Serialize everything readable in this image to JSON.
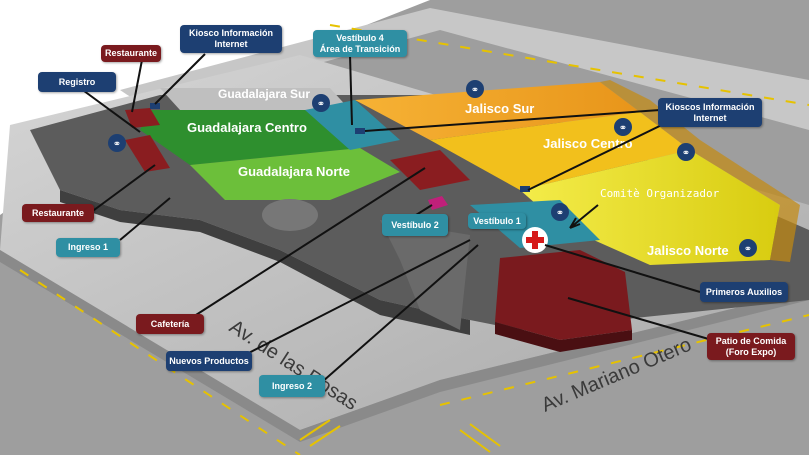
{
  "areas": {
    "guadalajara_sur": "Guadalajara Sur",
    "guadalajara_centro": "Guadalajara Centro",
    "guadalajara_norte": "Guadalajara Norte",
    "jalisco_sur": "Jalisco Sur",
    "jalisco_centro": "Jalisco Centro",
    "jalisco_norte": "Jalisco Norte"
  },
  "streets": {
    "rosas": "Av. de las Rosas",
    "otero": "Av. Mariano Otero"
  },
  "overlay_text": {
    "comite": "Comitè Organizador"
  },
  "callouts": {
    "restaurante_top": "Restaurante",
    "kiosco_left": "Kiosco  Información\nInternet",
    "registro": "Registro",
    "vestibulo4": "Vestíbulo 4\nÁrea de Transición",
    "kioscos_right": "Kioscos  Información\nInternet",
    "restaurante_left": "Restaurante",
    "ingreso1": "Ingreso 1",
    "vestibulo2": "Vestíbulo 2",
    "vestibulo1": "Vestíbulo 1",
    "cafeteria": "Cafetería",
    "primeros_auxilios": "Primeros Auxilios",
    "patio_comida": "Patio de Comida\n(Foro Expo)",
    "nuevos_productos": "Nuevos Productos",
    "ingreso2": "Ingreso 2"
  },
  "colors": {
    "guadalajara_centro": "#2e8f2e",
    "guadalajara_norte": "#6cbf3a",
    "jalisco_sur": "#f0a020",
    "jalisco_centro": "#f2c01c",
    "jalisco_norte": "#e8dc20",
    "restaurant_red": "#7a1a1e",
    "info_navy": "#1d3f72",
    "entry_teal": "#2f8fa3"
  },
  "icons": [
    "restroom-icon",
    "first-aid-cross-icon"
  ]
}
